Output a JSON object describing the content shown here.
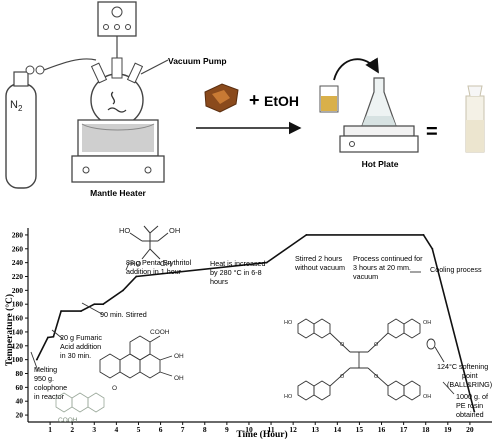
{
  "setup": {
    "gas_label": "N",
    "gas_subscript": "2",
    "pump_label": "Vacuum Pump",
    "heater_label": "Mantle Heater",
    "plus_sign": "+",
    "solvent_label": "EtOH",
    "hotplate_label": "Hot Plate",
    "equals_sign": "="
  },
  "chart_data": {
    "type": "line",
    "xlabel": "Time (Hour)",
    "ylabel": "Temperature (°C)",
    "xlim": [
      0,
      21
    ],
    "ylim": [
      10,
      290
    ],
    "x_ticks": [
      "1",
      "2",
      "3",
      "4",
      "5",
      "6",
      "7",
      "8",
      "9",
      "10",
      "11",
      "12",
      "13",
      "14",
      "15",
      "16",
      "17",
      "18",
      "19",
      "20"
    ],
    "y_ticks": [
      "20",
      "40",
      "60",
      "80",
      "100",
      "120",
      "140",
      "160",
      "180",
      "200",
      "220",
      "240",
      "260",
      "280"
    ],
    "series": [
      {
        "x": [
          0.4,
          0.9,
          1.15,
          1.5,
          2.4,
          3.0,
          3.4,
          4.3,
          4.9,
          10.8,
          12.6,
          17.9,
          18.3,
          20.2
        ],
        "y": [
          100,
          132,
          133,
          170,
          170,
          180,
          180,
          200,
          220,
          240,
          280,
          280,
          260,
          25
        ]
      }
    ],
    "annotations": [
      {
        "key": "melting",
        "lines": [
          "Melting",
          "950 g.",
          "colophone",
          "in reactor"
        ]
      },
      {
        "key": "fumaric",
        "lines": [
          "20 g Fumaric",
          "Acid addition",
          "in 30 min."
        ]
      },
      {
        "key": "stirred90",
        "lines": [
          "90 min. Stirred"
        ]
      },
      {
        "key": "penta",
        "lines": [
          "88 g Penta Erythritol",
          "addition in 1 hour"
        ]
      },
      {
        "key": "heat",
        "lines": [
          "Heat is increased",
          "by 280 °C in 6-8",
          "hours"
        ]
      },
      {
        "key": "stirred2",
        "lines": [
          "Stirred 2 hours",
          "without vacuum"
        ]
      },
      {
        "key": "process",
        "lines": [
          "Process continued for",
          "3 hours at 20 mm.",
          "vacuum"
        ]
      },
      {
        "key": "cooling",
        "lines": [
          "Cooling process"
        ]
      },
      {
        "key": "softening",
        "lines": [
          "124°C softening",
          "point",
          "(BALL&RING)"
        ]
      },
      {
        "key": "obtained",
        "lines": [
          "1000 g. of",
          "PE rosin",
          "obtained"
        ]
      }
    ],
    "structure_labels": {
      "cooh": "COOH",
      "ho": "HO",
      "oh": "OH",
      "o": "O"
    }
  }
}
